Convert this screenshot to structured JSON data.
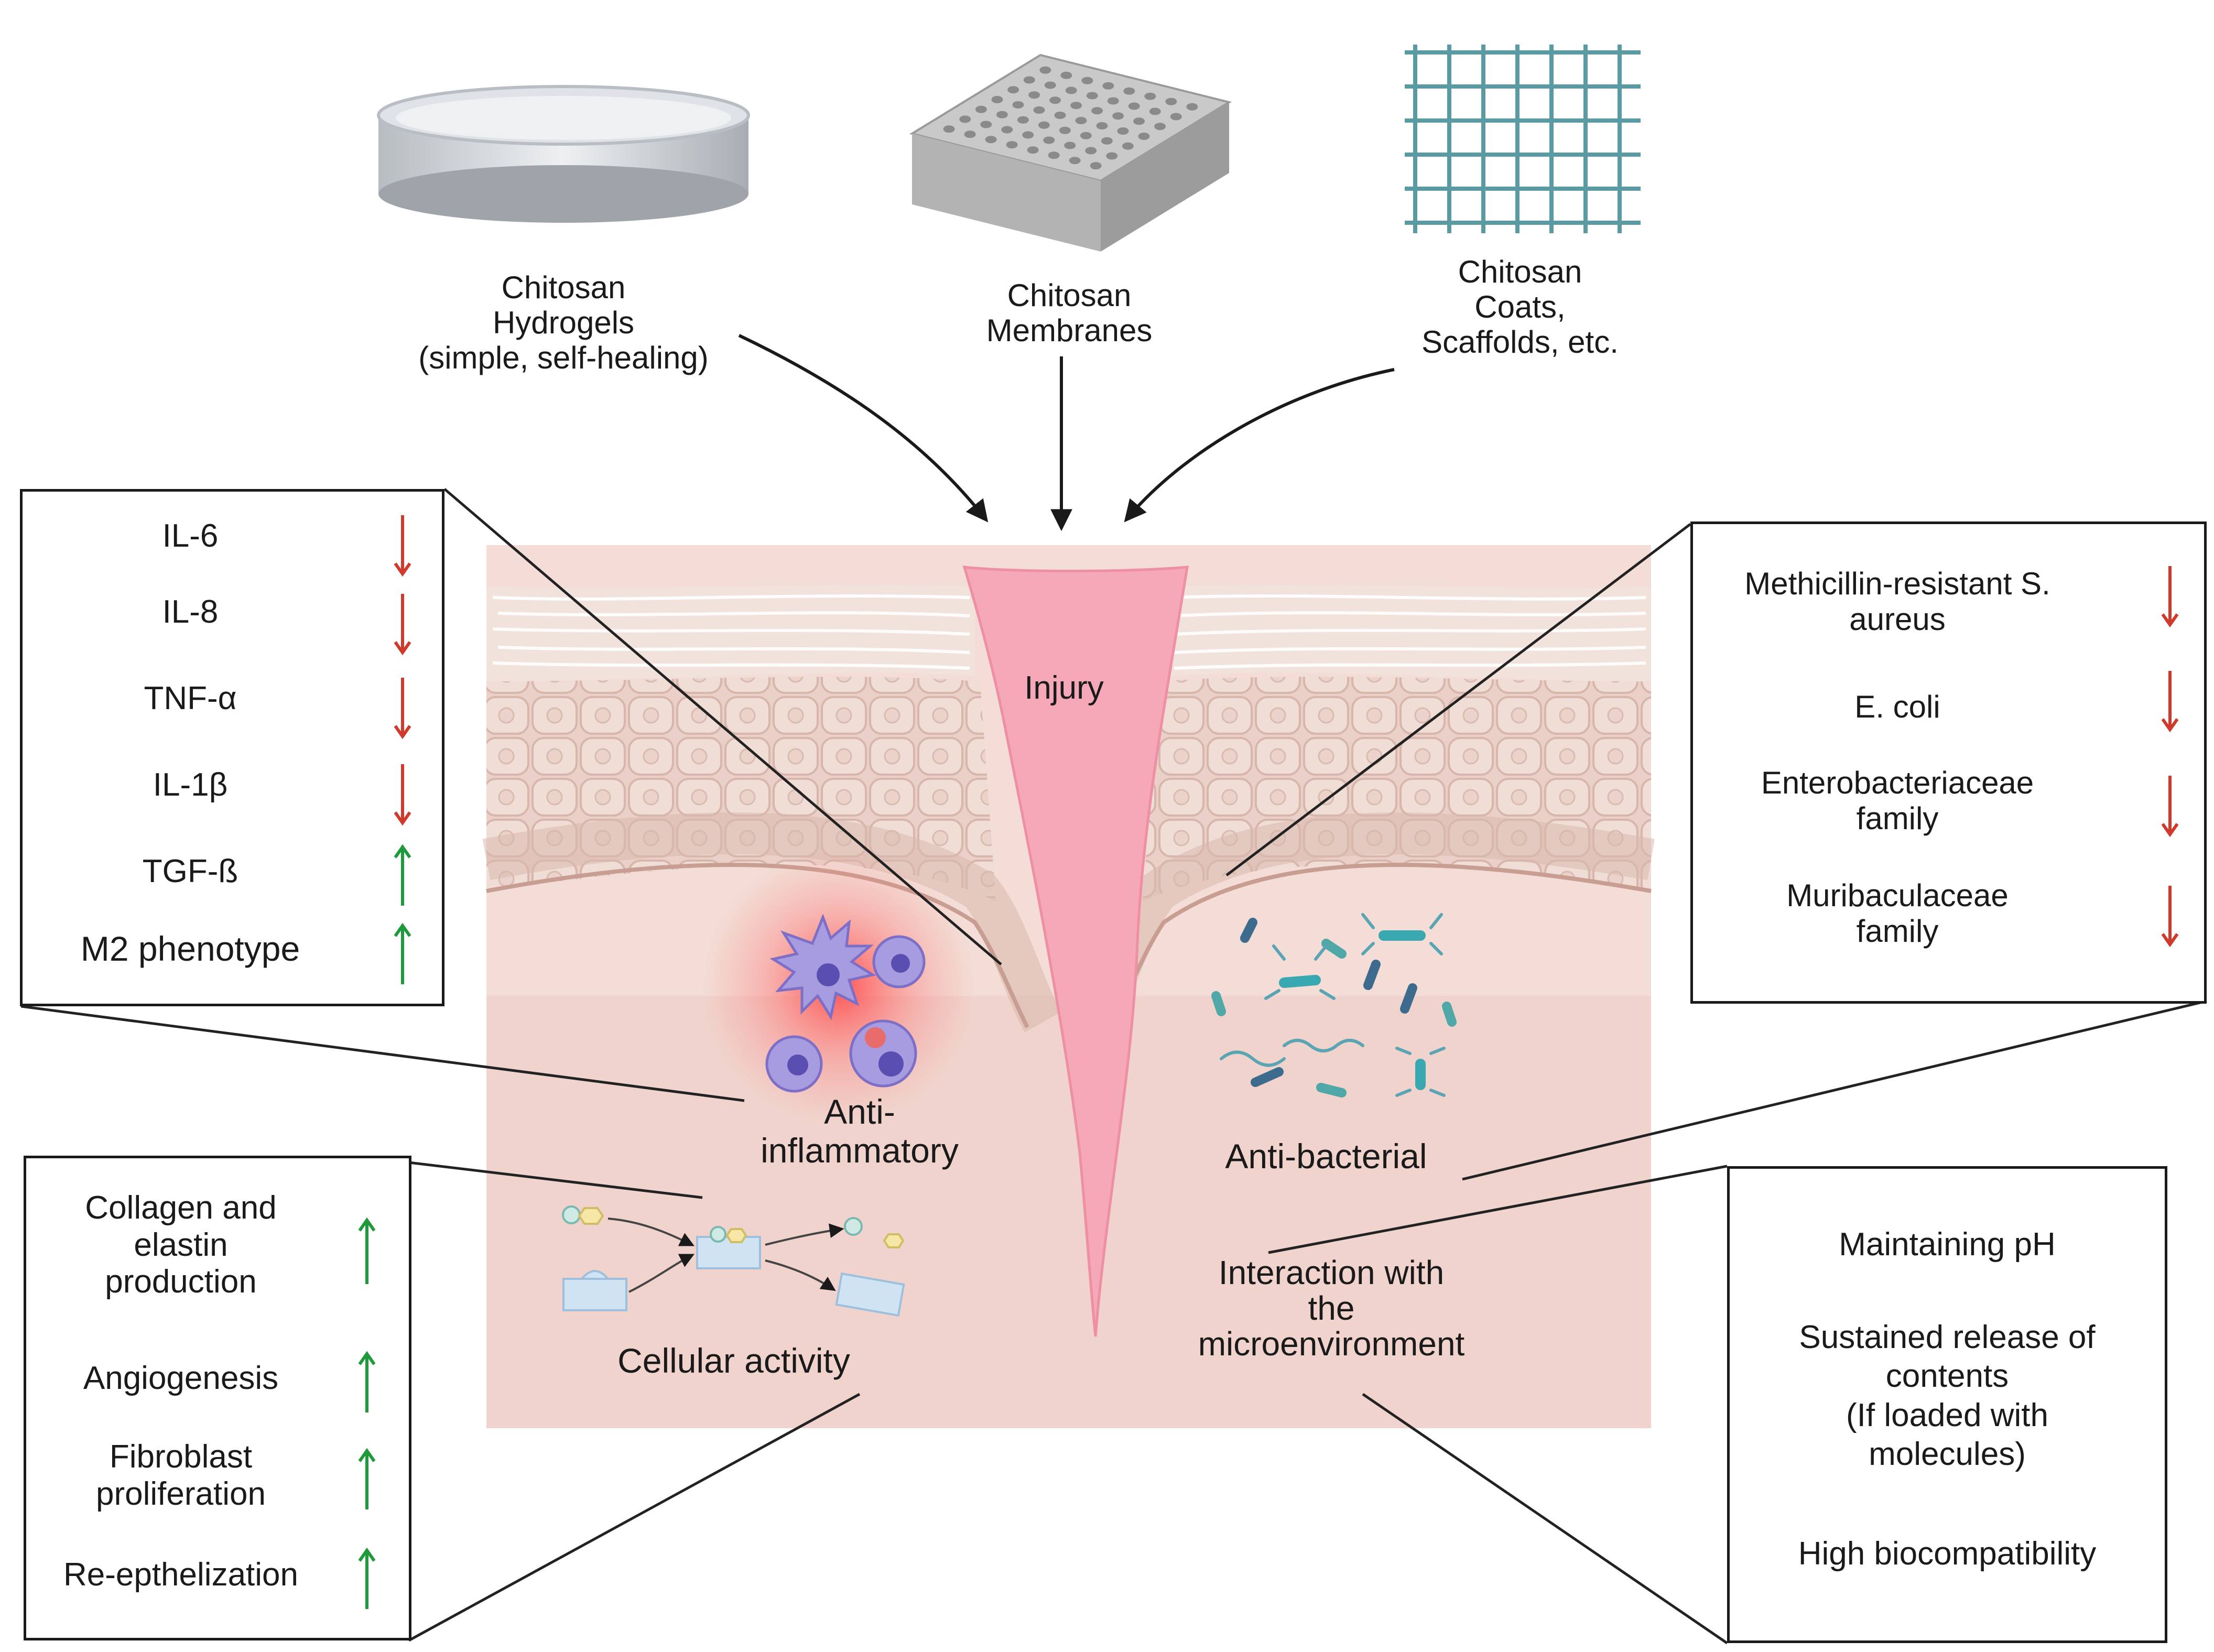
{
  "materials": {
    "hydrogels": {
      "l1": "Chitosan",
      "l2": "Hydrogels",
      "l3": "(simple, self-healing)"
    },
    "membranes": {
      "l1": "Chitosan",
      "l2": "Membranes"
    },
    "coats": {
      "l1": "Chitosan",
      "l2": "Coats,",
      "l3": "Scaffolds, etc."
    }
  },
  "center": {
    "injury": "Injury",
    "anti_inflammatory": {
      "l1": "Anti-",
      "l2": "inflammatory"
    },
    "anti_bacterial": "Anti-bacterial",
    "cellular_activity": "Cellular activity",
    "interaction": {
      "l1": "Interaction with",
      "l2": "the",
      "l3": "microenvironment"
    }
  },
  "inflammation_box": {
    "items": [
      {
        "label": "IL-6",
        "trend": "down"
      },
      {
        "label": "IL-8",
        "trend": "down"
      },
      {
        "label": "TNF-α",
        "trend": "down"
      },
      {
        "label": "IL-1β",
        "trend": "down"
      },
      {
        "label": "TGF-ß",
        "trend": "up"
      },
      {
        "label": "M2 phenotype",
        "trend": "up"
      }
    ]
  },
  "bacteria_box": {
    "items": [
      {
        "l1": "Methicillin-resistant S.",
        "l2": "aureus",
        "trend": "down"
      },
      {
        "l1": "E. coli",
        "trend": "down"
      },
      {
        "l1": "Enterobacteriaceae",
        "l2": "family",
        "trend": "down"
      },
      {
        "l1": "Muribaculaceae",
        "l2": "family",
        "trend": "down"
      }
    ]
  },
  "cellular_box": {
    "items": [
      {
        "l1": "Collagen and",
        "l2": "elastin",
        "l3": "production",
        "trend": "up"
      },
      {
        "l1": "Angiogenesis",
        "trend": "up"
      },
      {
        "l1": "Fibroblast",
        "l2": "proliferation",
        "trend": "up"
      },
      {
        "l1": "Re-epthelization",
        "trend": "up"
      }
    ]
  },
  "micro_box": {
    "items": [
      {
        "l1": "Maintaining pH"
      },
      {
        "l1": "Sustained release of",
        "l2": "contents",
        "l3": "(If loaded with",
        "l4": "molecules)"
      },
      {
        "l1": "High biocompatibility"
      }
    ]
  },
  "colors": {
    "down_arrow": "#d03a2c",
    "up_arrow": "#1f9a3a",
    "wound": "#f5a9b8",
    "tissue": "#f3d9d2",
    "mesh": "#5a9aa3"
  },
  "icons": [
    "hydrogel-dish-icon",
    "membrane-block-icon",
    "scaffold-mesh-icon",
    "immune-cell-icon",
    "bacteria-icon",
    "enzyme-icon"
  ]
}
